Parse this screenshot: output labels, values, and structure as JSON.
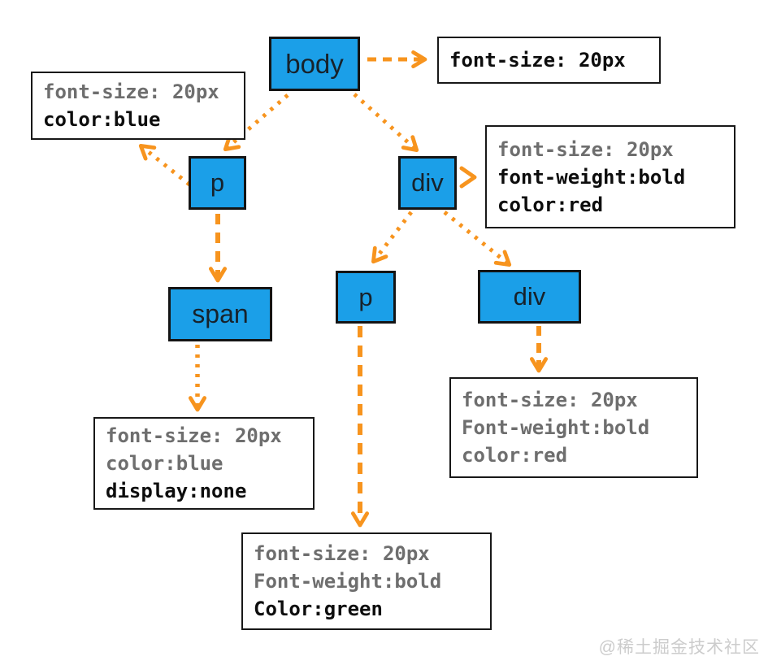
{
  "colors": {
    "node_fill": "#1B9FE8",
    "arrow": "#F7941E",
    "muted_text": "#6e6e6e",
    "strong_text": "#0d0d0d"
  },
  "nodes": {
    "body": "body",
    "p1": "p",
    "div1": "div",
    "span1": "span",
    "p2": "p",
    "div2": "div"
  },
  "style_boxes": {
    "body_rule": {
      "lines": [
        "font-size: 20px"
      ]
    },
    "p1_rule": {
      "lines": [
        "font-size: 20px",
        "color:blue"
      ]
    },
    "div1_rule": {
      "lines": [
        "font-size: 20px",
        "font-weight:bold",
        "color:red"
      ]
    },
    "span1_rule": {
      "lines": [
        "font-size: 20px",
        "color:blue",
        "display:none"
      ]
    },
    "div2_rule": {
      "lines": [
        "font-size: 20px",
        "Font-weight:bold",
        "color:red"
      ]
    },
    "p2_rule": {
      "lines": [
        "font-size: 20px",
        "Font-weight:bold",
        "Color:green"
      ]
    }
  },
  "watermark": "@稀土掘金技术社区"
}
